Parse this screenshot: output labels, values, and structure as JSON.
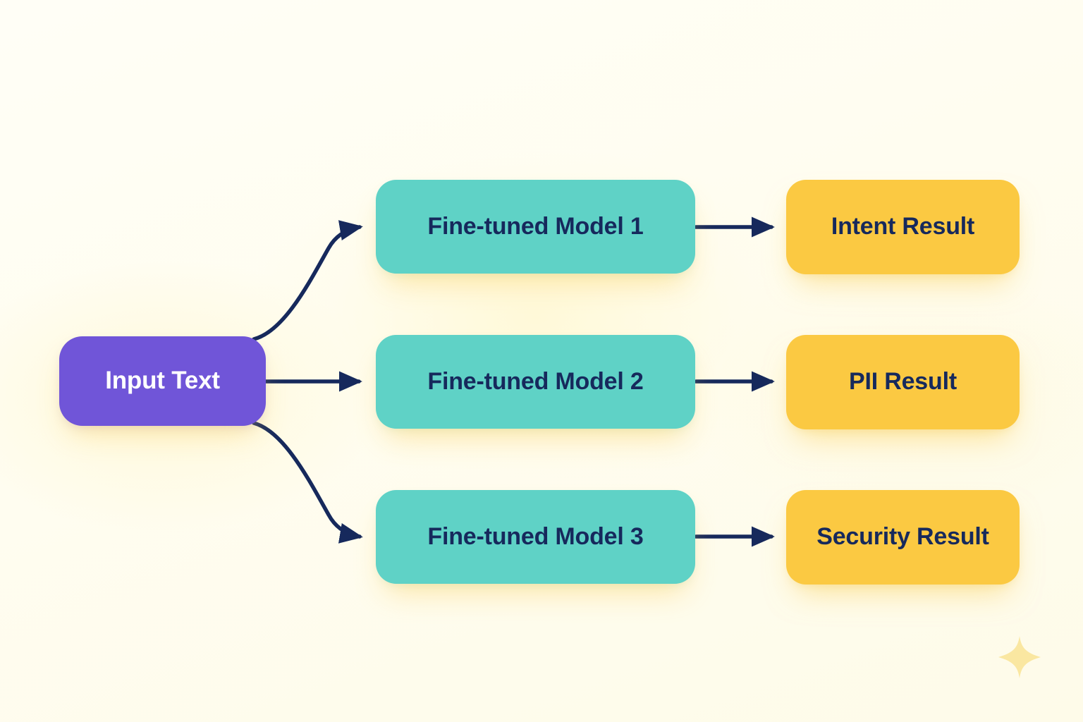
{
  "diagram": {
    "title_visible": false,
    "background_color": "#fffdf0",
    "colors": {
      "input_node": "#7055d8",
      "input_node_text": "#ffffff",
      "model_node": "#5fd2c6",
      "result_node": "#fbc942",
      "node_text_dark": "#16295c",
      "arrow": "#16295c",
      "sparkle": "#fae9a8",
      "glow": "#fff3c4"
    },
    "input": {
      "label": "Input Text"
    },
    "rows": [
      {
        "model_label": "Fine-tuned Model 1",
        "result_label": "Intent Result"
      },
      {
        "model_label": "Fine-tuned Model 2",
        "result_label": "PII Result"
      },
      {
        "model_label": "Fine-tuned Model 3",
        "result_label": "Security Result"
      }
    ],
    "decoration": {
      "sparkle_icon": "sparkle-icon"
    }
  }
}
